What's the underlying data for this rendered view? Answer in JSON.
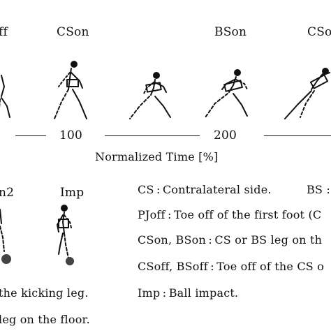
{
  "phases_top": [
    "ff",
    "CSon",
    "BSon",
    "CSo"
  ],
  "ticks": [
    "100",
    "200"
  ],
  "xlabel": "Normalized Time [%]",
  "phases_bottom": [
    "n2",
    "Imp"
  ],
  "left_notes": [
    "the kicking leg.",
    "leg on the floor."
  ],
  "legend": [
    "CS : Contralateral side.",
    "BS :",
    "PJoff : Toe off of the first foot (C",
    "CSon, BSon : CS or BS leg on th",
    "CSoff, BSoff : Toe off of the CS o",
    "Imp : Ball impact."
  ],
  "colors": {
    "ink": "#111111",
    "ball": "#444444"
  }
}
